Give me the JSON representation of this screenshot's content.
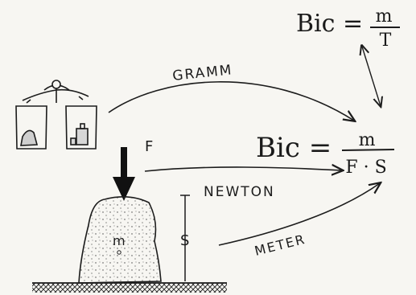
{
  "formula_top": {
    "lhs": "Bic =",
    "numerator": "m",
    "denominator": "T"
  },
  "formula_main": {
    "lhs": "Bic =",
    "numerator": "m",
    "denominator": "F · S"
  },
  "labels": {
    "gramm": "GRAMM",
    "force": "F",
    "newton": "NEWTON",
    "distance": "S",
    "meter": "METER",
    "mass": "m"
  },
  "colors": {
    "ink": "#1c1c1c",
    "paper": "#f7f6f2",
    "hatch": "#2a2a2a"
  }
}
